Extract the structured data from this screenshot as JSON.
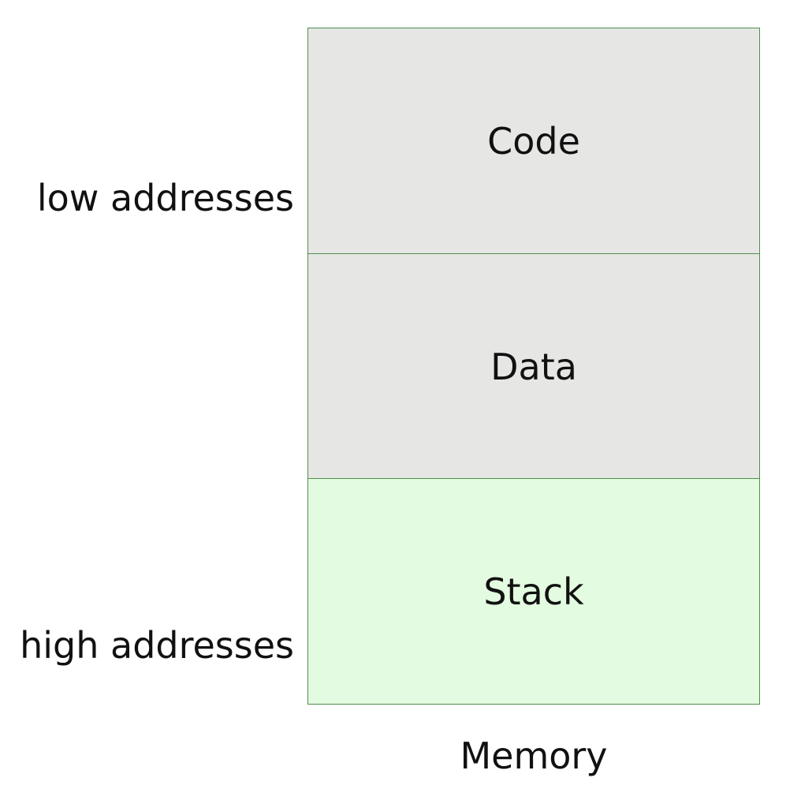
{
  "labels": {
    "low": "low addresses",
    "high": "high addresses",
    "caption": "Memory"
  },
  "segments": [
    {
      "label": "Code",
      "color": "#e6e7e5"
    },
    {
      "label": "Data",
      "color": "#e6e7e5"
    },
    {
      "label": "Stack",
      "color": "#e3fbe0"
    }
  ],
  "colors": {
    "border": "#4e8f4e",
    "text": "#111111"
  }
}
